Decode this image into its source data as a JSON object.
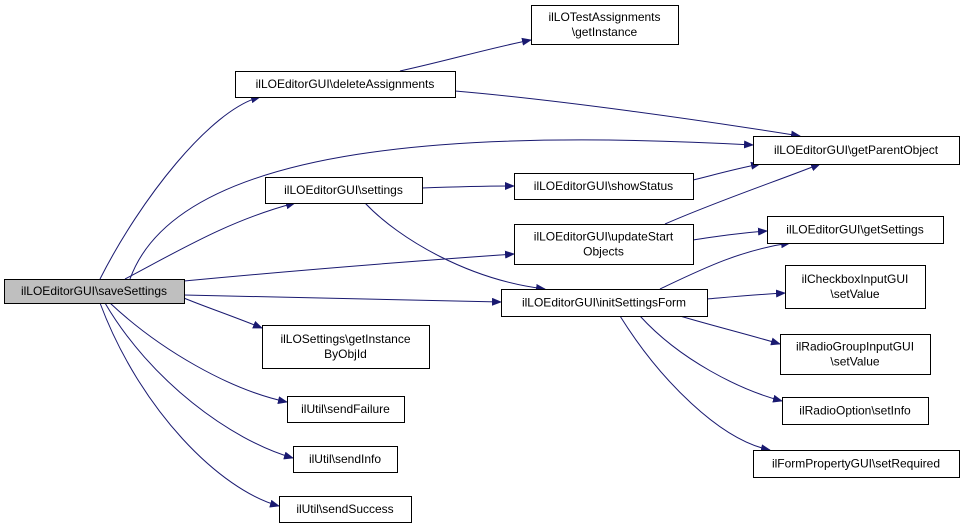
{
  "diagram": {
    "type": "call-graph",
    "colors": {
      "root_fill": "#bfbfbf",
      "node_fill": "#ffffff",
      "node_border": "#000000",
      "edge": "#191970"
    },
    "nodes": [
      {
        "id": "saveSettings",
        "lines": [
          "ilLOEditorGUI\\saveSettings"
        ],
        "root": true
      },
      {
        "id": "deleteAssignments",
        "lines": [
          "ilLOEditorGUI\\deleteAssignments"
        ]
      },
      {
        "id": "testGetInstance",
        "lines": [
          "ilLOTestAssignments",
          "\\getInstance"
        ]
      },
      {
        "id": "getParentObject",
        "lines": [
          "ilLOEditorGUI\\getParentObject"
        ]
      },
      {
        "id": "settings",
        "lines": [
          "ilLOEditorGUI\\settings"
        ]
      },
      {
        "id": "showStatus",
        "lines": [
          "ilLOEditorGUI\\showStatus"
        ]
      },
      {
        "id": "updateStartObjects",
        "lines": [
          "ilLOEditorGUI\\updateStart",
          "Objects"
        ]
      },
      {
        "id": "getSettings",
        "lines": [
          "ilLOEditorGUI\\getSettings"
        ]
      },
      {
        "id": "initSettingsForm",
        "lines": [
          "ilLOEditorGUI\\initSettingsForm"
        ]
      },
      {
        "id": "checkboxSetValue",
        "lines": [
          "ilCheckboxInputGUI",
          "\\setValue"
        ]
      },
      {
        "id": "radioGroupSetValue",
        "lines": [
          "ilRadioGroupInputGUI",
          "\\setValue"
        ]
      },
      {
        "id": "radioOptionSetInfo",
        "lines": [
          "ilRadioOption\\setInfo"
        ]
      },
      {
        "id": "setRequired",
        "lines": [
          "ilFormPropertyGUI\\setRequired"
        ]
      },
      {
        "id": "settingsGetInstance",
        "lines": [
          "ilLOSettings\\getInstance",
          "ByObjId"
        ]
      },
      {
        "id": "sendFailure",
        "lines": [
          "ilUtil\\sendFailure"
        ]
      },
      {
        "id": "sendInfo",
        "lines": [
          "ilUtil\\sendInfo"
        ]
      },
      {
        "id": "sendSuccess",
        "lines": [
          "ilUtil\\sendSuccess"
        ]
      }
    ],
    "edges": [
      {
        "from": "saveSettings",
        "to": "deleteAssignments"
      },
      {
        "from": "saveSettings",
        "to": "getParentObject"
      },
      {
        "from": "saveSettings",
        "to": "settings"
      },
      {
        "from": "saveSettings",
        "to": "updateStartObjects"
      },
      {
        "from": "saveSettings",
        "to": "initSettingsForm"
      },
      {
        "from": "saveSettings",
        "to": "settingsGetInstance"
      },
      {
        "from": "saveSettings",
        "to": "sendFailure"
      },
      {
        "from": "saveSettings",
        "to": "sendInfo"
      },
      {
        "from": "saveSettings",
        "to": "sendSuccess"
      },
      {
        "from": "deleteAssignments",
        "to": "testGetInstance"
      },
      {
        "from": "deleteAssignments",
        "to": "getParentObject"
      },
      {
        "from": "settings",
        "to": "showStatus"
      },
      {
        "from": "settings",
        "to": "initSettingsForm"
      },
      {
        "from": "showStatus",
        "to": "getParentObject"
      },
      {
        "from": "updateStartObjects",
        "to": "getParentObject"
      },
      {
        "from": "updateStartObjects",
        "to": "getSettings"
      },
      {
        "from": "initSettingsForm",
        "to": "getSettings"
      },
      {
        "from": "initSettingsForm",
        "to": "checkboxSetValue"
      },
      {
        "from": "initSettingsForm",
        "to": "radioGroupSetValue"
      },
      {
        "from": "initSettingsForm",
        "to": "radioOptionSetInfo"
      },
      {
        "from": "initSettingsForm",
        "to": "setRequired"
      }
    ]
  }
}
